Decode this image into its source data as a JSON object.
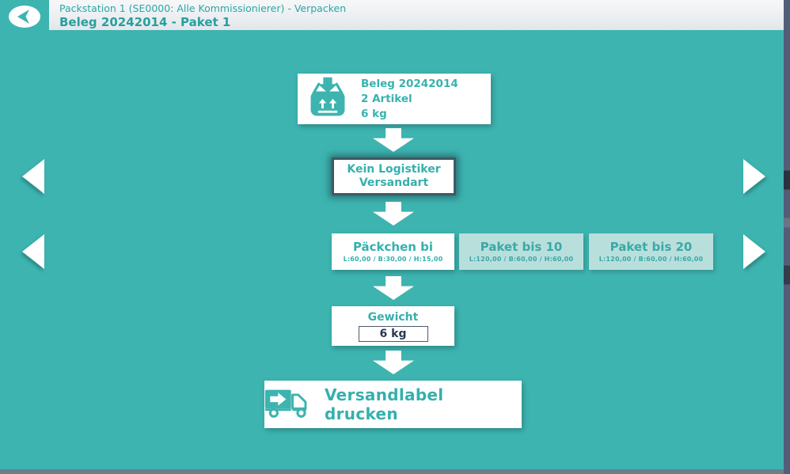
{
  "colors": {
    "background_teal": "#3db4b0",
    "accent_teal_text": "#35b0ad",
    "selected_border_dark": "#3d5a63",
    "unselected_button_bg": "#b9dfdd",
    "header_bg": "#eceff2",
    "weight_value_text": "#273950",
    "right_edge_bar": "#525e79",
    "bottom_bar": "#6f7d89"
  },
  "header": {
    "line1": "Packstation 1 (SE0000: Alle Kommissionierer) - Verpacken",
    "line2": "Beleg 20242014 - Paket 1"
  },
  "beleg_card": {
    "line1": "Beleg 20242014",
    "line2": "2 Artikel",
    "line3": "6 kg"
  },
  "shipping_method": {
    "line1": "Kein Logistiker",
    "line2": "Versandart"
  },
  "package_types": [
    {
      "label": "Päckchen bi",
      "dimensions": "L:60,00 / B:30,00 / H:15,00",
      "selected": true
    },
    {
      "label": "Paket bis 10",
      "dimensions": "L:120,00 / B:60,00 / H:60,00",
      "selected": false
    },
    {
      "label": "Paket bis 20",
      "dimensions": "L:120,00 / B:60,00 / H:60,00",
      "selected": false
    }
  ],
  "weight": {
    "label": "Gewicht",
    "value": "6 kg"
  },
  "print_button": {
    "label": "Versandlabel drucken"
  },
  "icons": {
    "back": "back-chevron-icon",
    "package": "package-pack-icon",
    "truck": "delivery-truck-icon",
    "flow": "down-arrow-icon",
    "prev": "left-triangle-icon",
    "next": "right-triangle-icon"
  }
}
